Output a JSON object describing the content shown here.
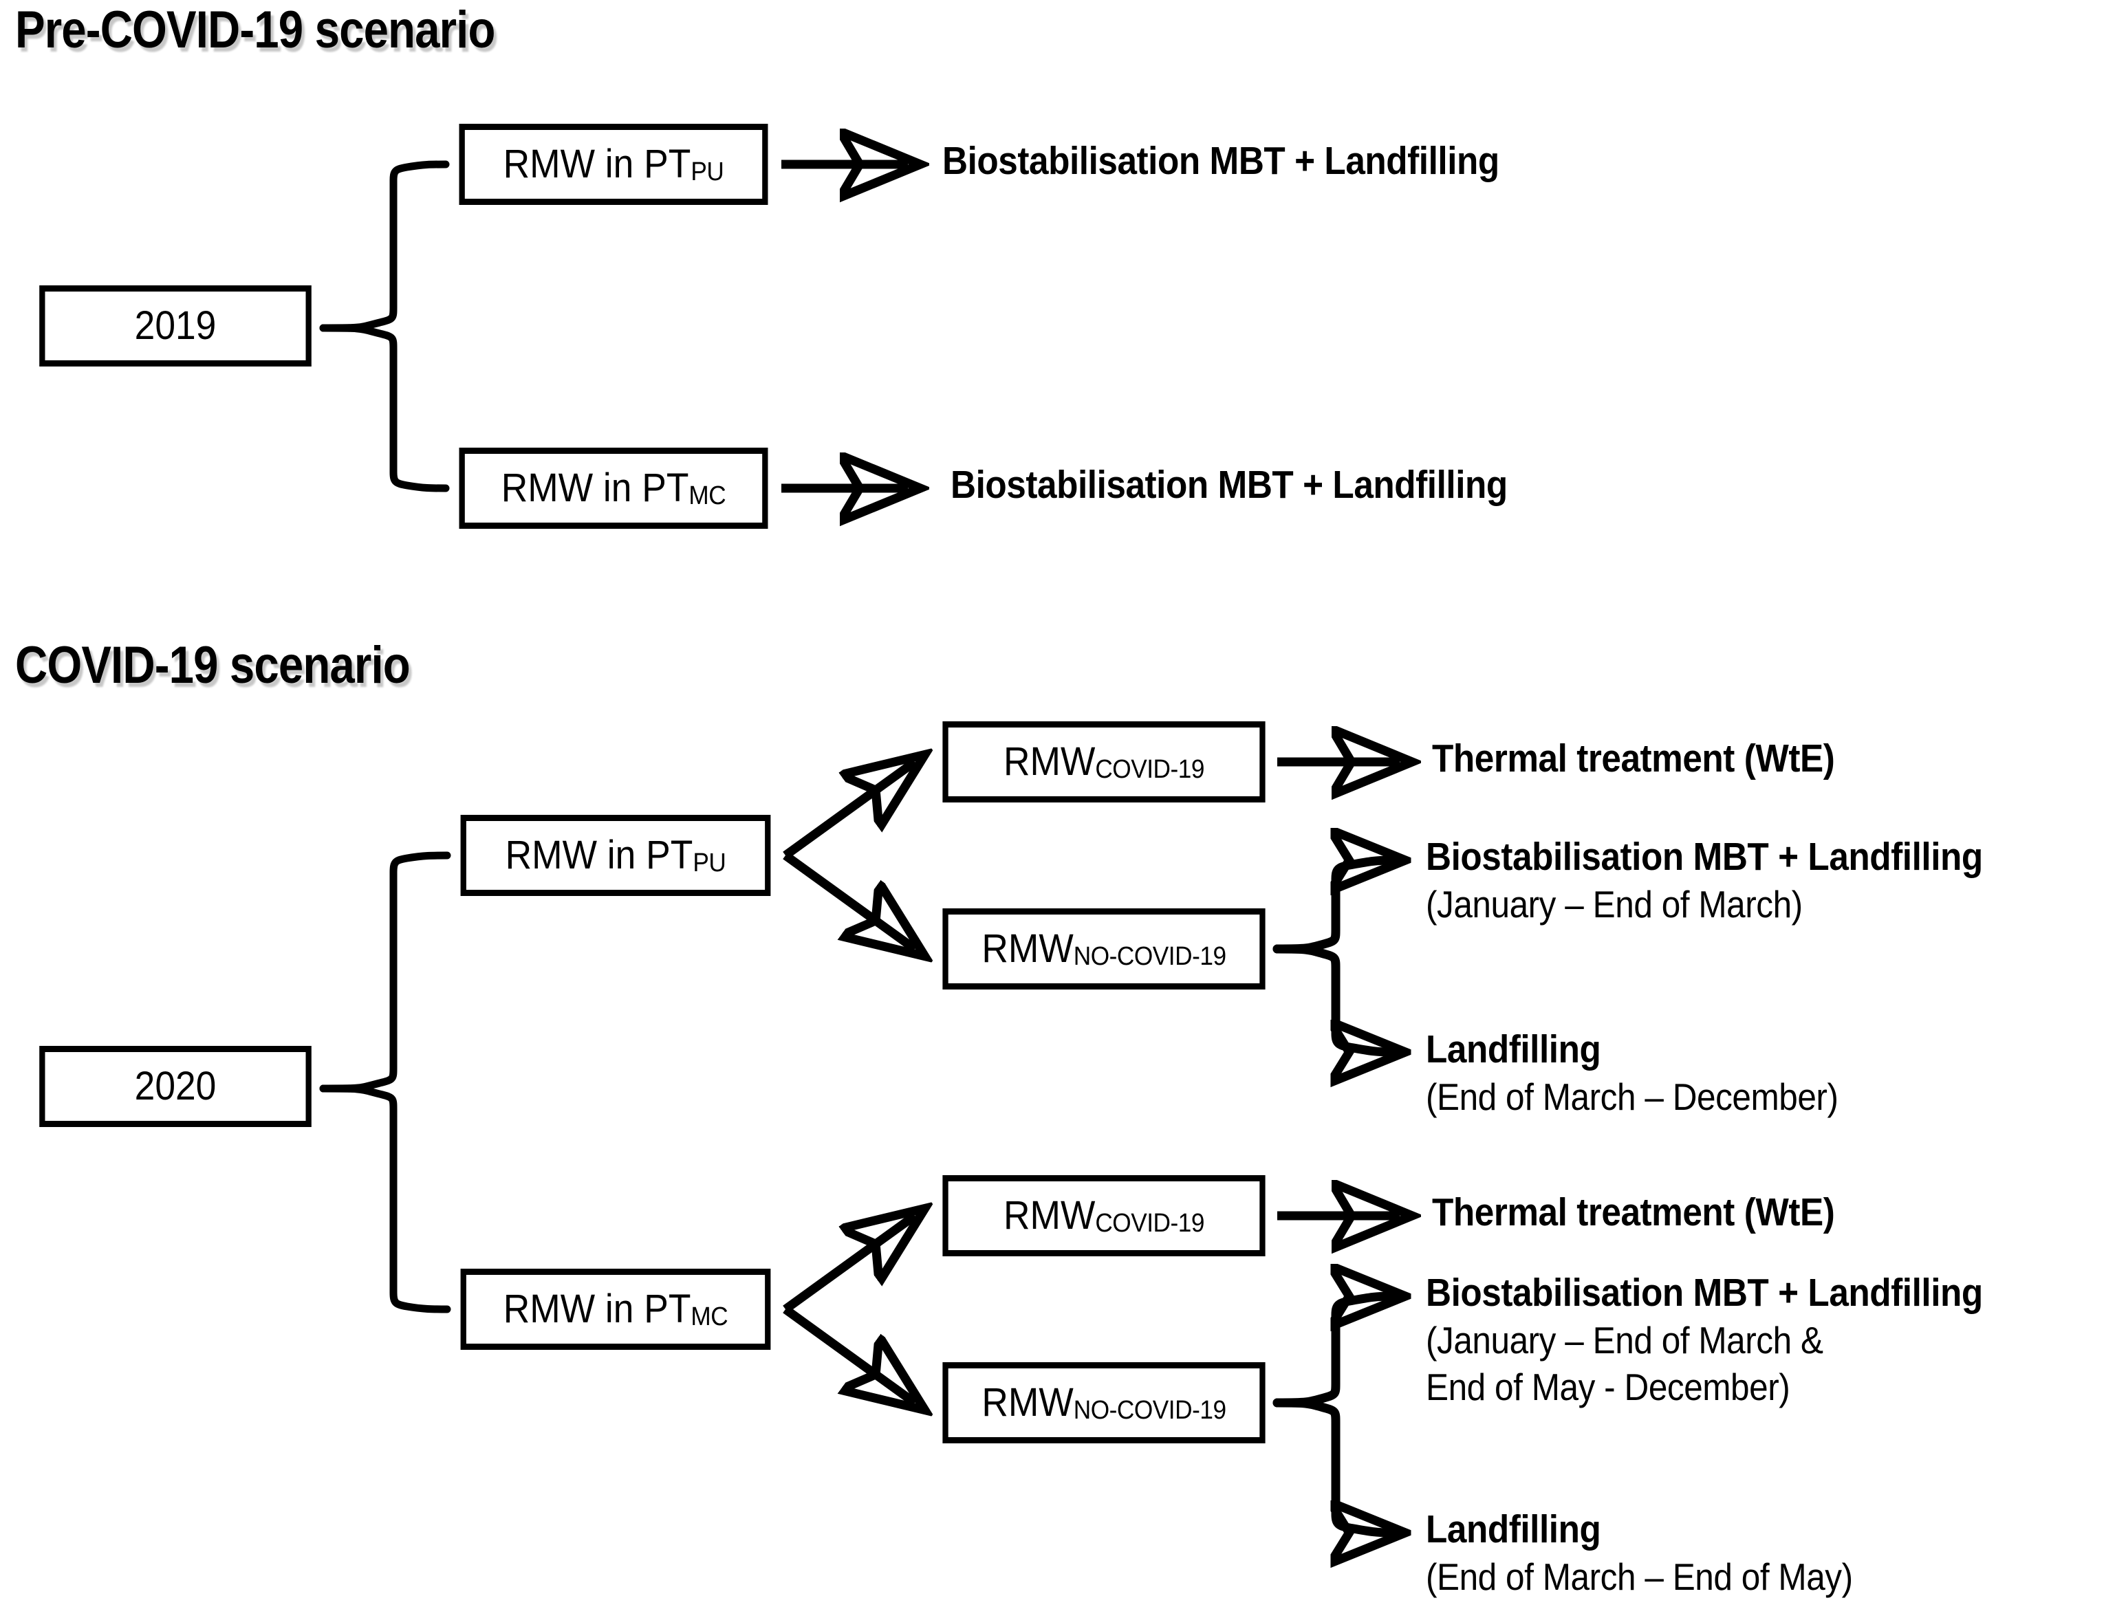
{
  "sections": [
    {
      "id": "pre-covid",
      "title": "Pre-COVID-19 scenario",
      "root": {
        "label": "2019"
      },
      "streams": [
        {
          "box_main": "RMW in PT",
          "box_sub": "PU",
          "outcomes": [
            {
              "head": "Biostabilisation MBT + Landfilling",
              "note": ""
            }
          ]
        },
        {
          "box_main": "RMW in PT",
          "box_sub": "MC",
          "outcomes": [
            {
              "head": "Biostabilisation MBT + Landfilling",
              "note": ""
            }
          ]
        }
      ]
    },
    {
      "id": "covid",
      "title": "COVID-19 scenario",
      "root": {
        "label": "2020"
      },
      "streams": [
        {
          "box_main": "RMW in PT",
          "box_sub": "PU",
          "waste_covid_main": "RMW",
          "waste_covid_sub": "COVID-19",
          "waste_nocovid_main": "RMW",
          "waste_nocovid_sub": "NO-COVID-19",
          "outcome_covid": {
            "head": "Thermal treatment (WtE)",
            "note": ""
          },
          "outcomes_nocovid": [
            {
              "head": "Biostabilisation MBT + Landfilling",
              "note": "(January – End of March)",
              "note2": ""
            },
            {
              "head": "Landfilling",
              "note": "(End of March – December)",
              "note2": ""
            }
          ]
        },
        {
          "box_main": "RMW in PT",
          "box_sub": "MC",
          "waste_covid_main": "RMW",
          "waste_covid_sub": "COVID-19",
          "waste_nocovid_main": "RMW",
          "waste_nocovid_sub": "NO-COVID-19",
          "outcome_covid": {
            "head": "Thermal treatment (WtE)",
            "note": ""
          },
          "outcomes_nocovid": [
            {
              "head": "Biostabilisation MBT + Landfilling",
              "note": "(January – End of March &",
              "note2": "End of May - December)"
            },
            {
              "head": "Landfilling",
              "note": "(End of March – End of May)",
              "note2": ""
            }
          ]
        }
      ]
    }
  ],
  "colors": {
    "ink": "#000000",
    "paper": "#ffffff"
  }
}
